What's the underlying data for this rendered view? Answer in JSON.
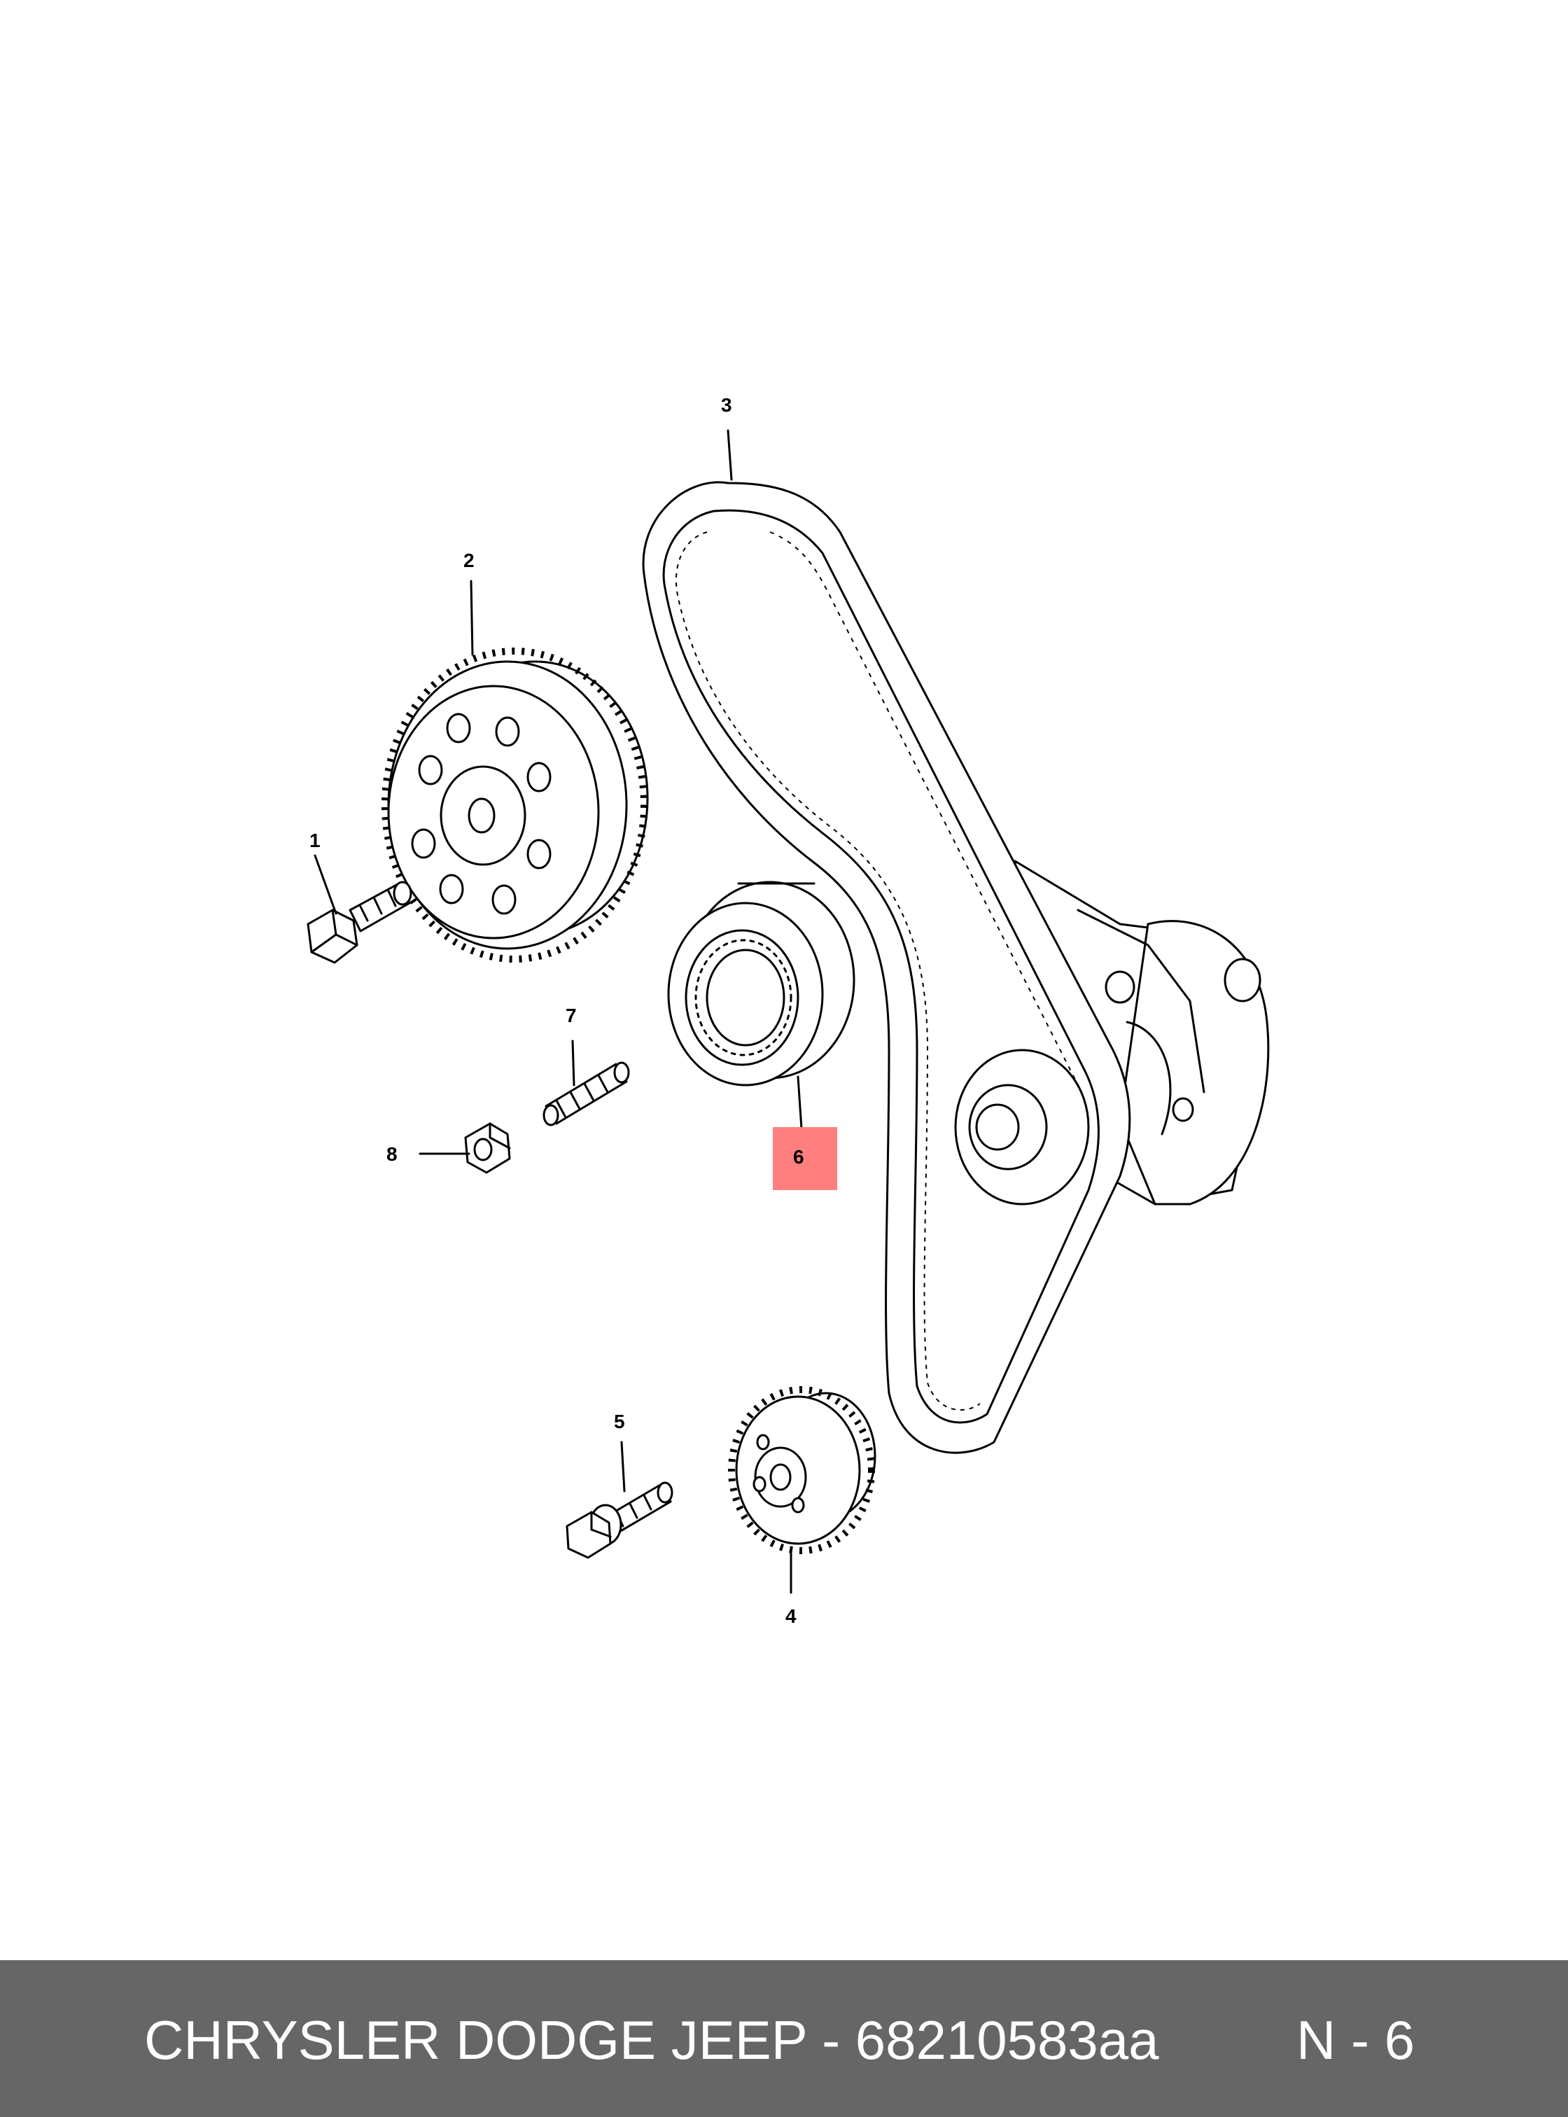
{
  "diagram": {
    "callouts": [
      "1",
      "2",
      "3",
      "4",
      "5",
      "6",
      "7",
      "8"
    ],
    "highlighted_callout": "6",
    "highlight_color": "#ff7f7f"
  },
  "footer": {
    "title": "CHRYSLER DODGE JEEP - 68210583aa",
    "code": "N - 6",
    "background": "#666666"
  }
}
